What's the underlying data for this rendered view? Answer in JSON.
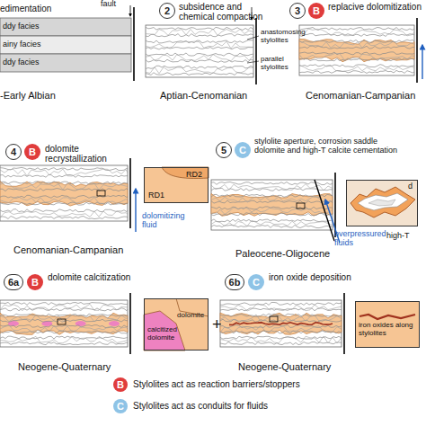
{
  "diagram": {
    "nodes": [
      {
        "text": [
          "2"
        ]
      },
      {
        "text": [
          "3"
        ]
      },
      {
        "text": [
          "B"
        ]
      },
      {
        "text": [
          "4"
        ]
      },
      {
        "text": [
          "B"
        ]
      },
      {
        "text": [
          "RD2",
          "RD1"
        ]
      },
      {
        "text": [
          "5"
        ]
      },
      {
        "text": [
          "C"
        ]
      },
      {
        "text": [
          "d"
        ]
      },
      {
        "text": [
          "6a"
        ]
      },
      {
        "text": [
          "B"
        ]
      },
      {
        "text": [
          "calcitized dolomite",
          "dolomite"
        ]
      },
      {
        "text": [
          "6b"
        ]
      },
      {
        "text": [
          "C"
        ]
      },
      {
        "text": [
          "iron oxides along stylolites"
        ]
      }
    ],
    "labels": [
      "edimentation",
      "fault",
      "ddy facies",
      "ainy facies",
      "ddy facies",
      "-Early Albian",
      "subsidence and chemical compaction",
      "anastomosing stylolites",
      "parallel stylolites",
      "Aptian-Cenomanian",
      "replacive dolomitization",
      "Cenomanian-Campanian",
      "dolomite recrystallization",
      "dolomitizing fluid",
      "Cenomanian-Campanian",
      "stylolite aperture, corrosion saddle dolomite and high-T calcite cementation",
      "overpressured fluids",
      "high-T",
      "Paleocene-Oligocene",
      "dolomite calcitization",
      "+",
      "Neogene-Quaternary",
      "iron oxide deposition",
      "Neogene-Quaternary",
      "B",
      "C"
    ],
    "legend": [
      {
        "text": "Stylolites act as reaction barriers/stoppers",
        "color": "#e03c3c"
      },
      {
        "text": "Stylolites act as conduits for fluids",
        "color": "#8ec3e6"
      }
    ]
  }
}
